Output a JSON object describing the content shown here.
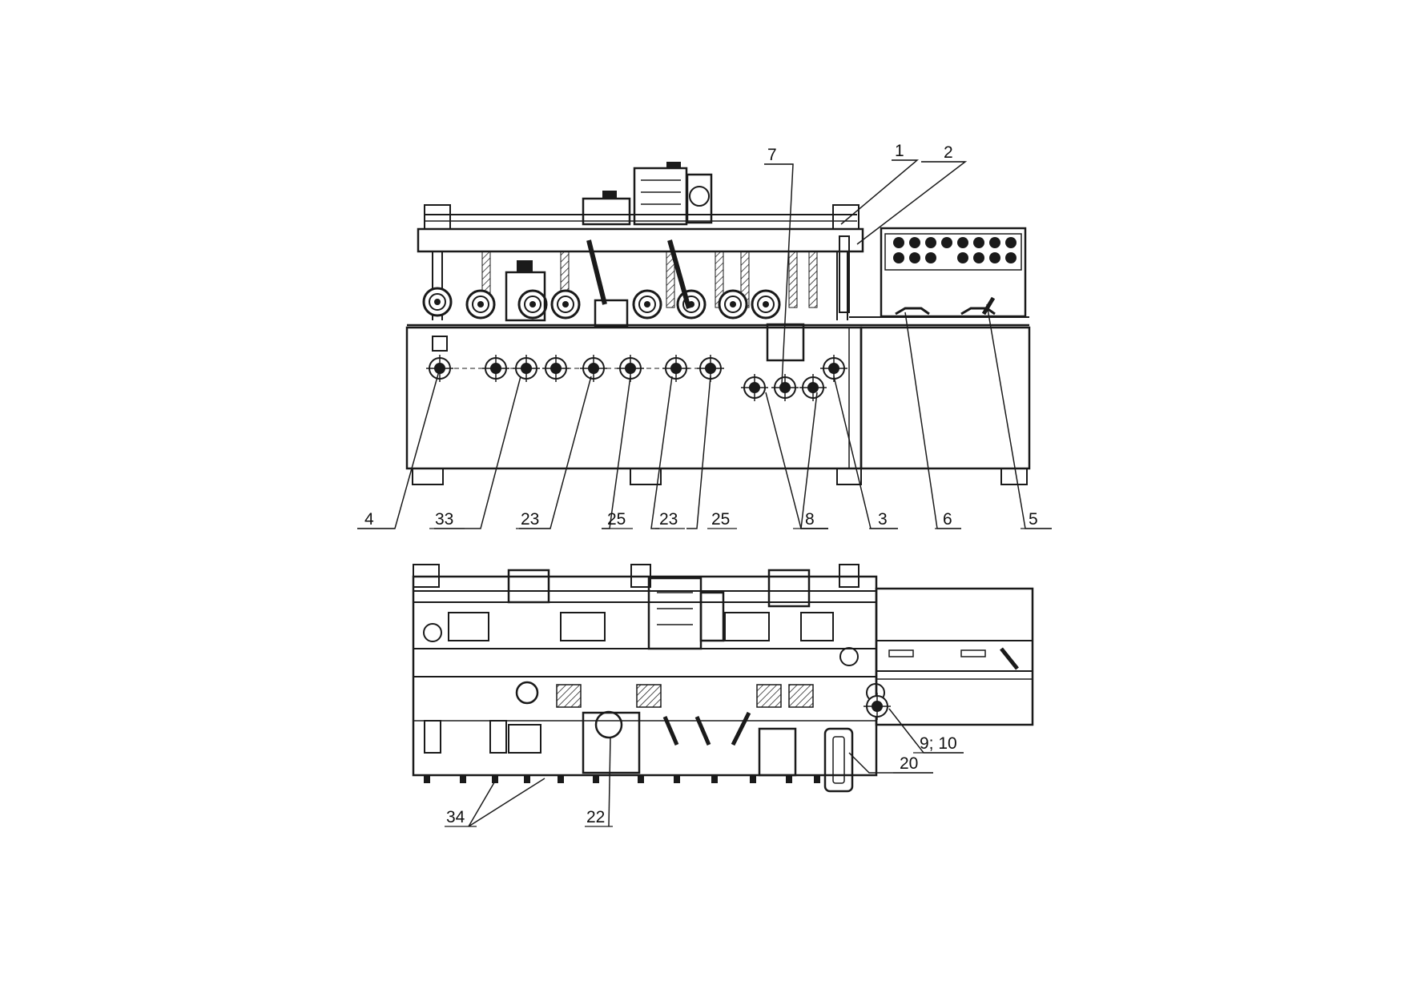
{
  "callouts": {
    "c1": "1",
    "c2": "2",
    "c3": "3",
    "c4": "4",
    "c5": "5",
    "c6": "6",
    "c7": "7",
    "c8": "8",
    "c23a": "23",
    "c23b": "23",
    "c25a": "25",
    "c25b": "25",
    "c33": "33",
    "c9_10": "9; 10",
    "c20": "20",
    "c22": "22",
    "c34": "34"
  },
  "colors": {
    "ink": "#1a1a1a",
    "paper": "#ffffff"
  }
}
